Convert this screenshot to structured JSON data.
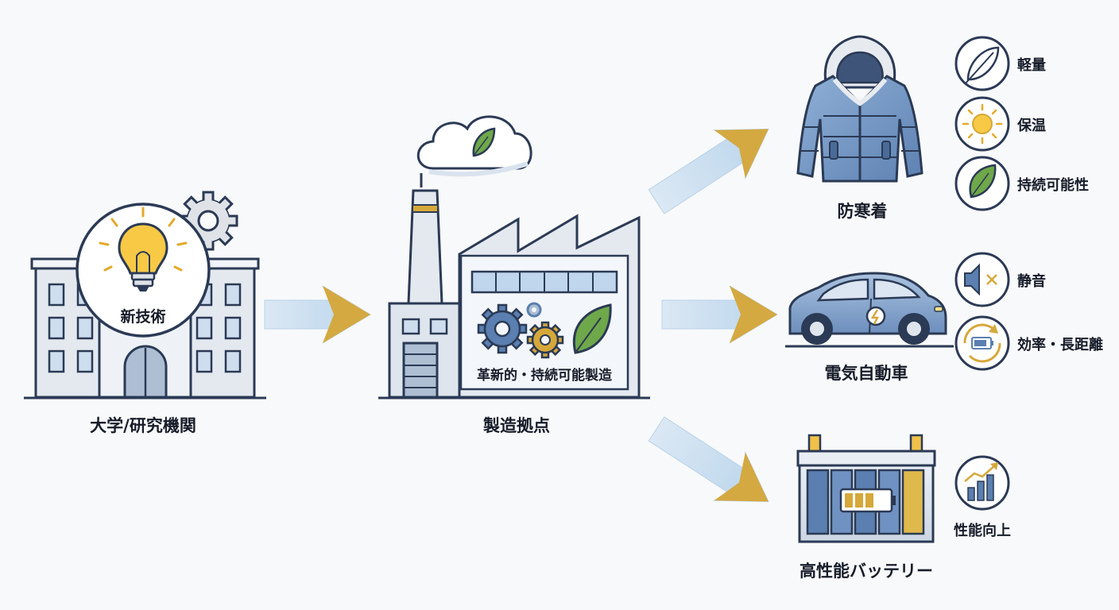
{
  "university": {
    "label": "大学/研究機関",
    "badge": "新技術"
  },
  "factory": {
    "label": "製造拠点",
    "slogan": "革新的・持続可能製造"
  },
  "products": [
    {
      "label": "防寒着",
      "features": [
        "軽量",
        "保温",
        "持続可能性"
      ],
      "icons": [
        "feather-icon",
        "sun-icon",
        "leaf-icon"
      ]
    },
    {
      "label": "電気自動車",
      "features": [
        "静音",
        "効率・長距離"
      ],
      "icons": [
        "speaker-mute-icon",
        "battery-cycle-icon"
      ]
    },
    {
      "label": "高性能バッテリー",
      "features": [
        "性能向上"
      ],
      "icons": [
        "growth-chart-icon"
      ]
    }
  ],
  "colors": {
    "outline": "#2b3a55",
    "building": "#e4e9f0",
    "window": "#cfdeee",
    "accent_blue": "#5a7fb0",
    "gold": "#d6a83a",
    "leaf": "#6fa84a",
    "arrow_fill": "#c9def0"
  }
}
